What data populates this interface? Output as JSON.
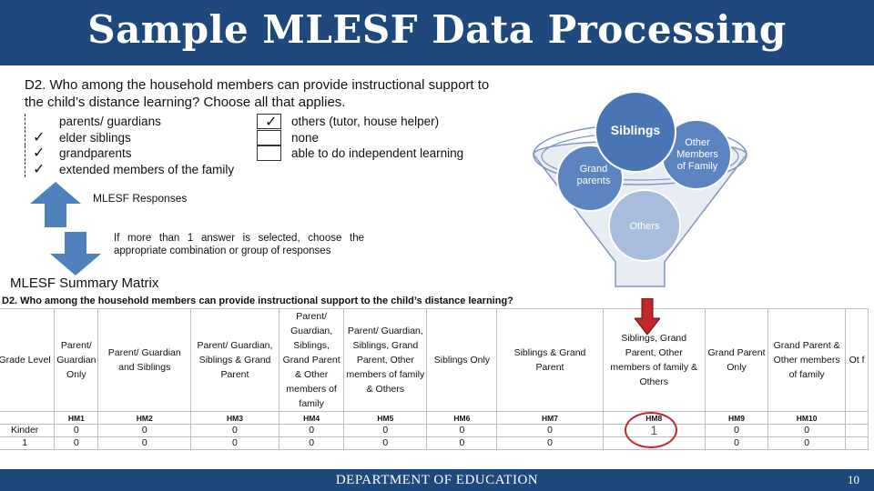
{
  "slide": {
    "title": "Sample MLESF Data Processing",
    "footer": "DEPARTMENT OF EDUCATION",
    "page_number": "10",
    "colors": {
      "bar": "#1f497d",
      "arrow": "#4f81bd",
      "bubble": "#4f81bd",
      "highlight": "#c0282b"
    }
  },
  "question": {
    "text": "D2. Who among the household members can provide instructional support to the child’s distance learning? Choose all that applies.",
    "options_left": [
      {
        "label": "parents/ guardians",
        "checked": false
      },
      {
        "label": "elder siblings",
        "checked": true
      },
      {
        "label": "grandparents",
        "checked": true
      },
      {
        "label": "extended members of the family",
        "checked": true
      }
    ],
    "options_right": [
      {
        "label": "others (tutor, house helper)",
        "checked": true
      },
      {
        "label": "none",
        "checked": false
      },
      {
        "label": "able to do independent learning",
        "checked": false
      }
    ]
  },
  "labels": {
    "responses": "MLESF Responses",
    "instruction": "If more than 1 answer is selected, choose the appropriate combination or group of responses",
    "summary_title": "MLESF Summary Matrix"
  },
  "funnel": {
    "bubbles": [
      "Siblings",
      "Other Members of Family",
      "Grand parents",
      "Others"
    ]
  },
  "matrix": {
    "question": "D2. Who among the household members can provide instructional support to the child’s distance learning?",
    "columns": [
      "Grade Level",
      "Parent/ Guardian Only",
      "Parent/ Guardian and Siblings",
      "Parent/ Guardian, Siblings & Grand Parent",
      "Parent/ Guardian, Siblings, Grand Parent & Other members of family",
      "Parent/ Guardian, Siblings, Grand Parent, Other members of family & Others",
      "Siblings Only",
      "Siblings & Grand Parent",
      "Siblings, Grand Parent, Other members of family & Others",
      "Grand Parent Only",
      "Grand Parent & Other members of family",
      "Ot f"
    ],
    "codes": [
      "",
      "HM1",
      "HM2",
      "HM3",
      "HM4",
      "HM5",
      "HM6",
      "HM7",
      "HM8",
      "HM9",
      "HM10",
      ""
    ],
    "rows": [
      [
        "Kinder",
        "0",
        "0",
        "0",
        "0",
        "0",
        "0",
        "0",
        "1",
        "0",
        "0",
        ""
      ],
      [
        "1",
        "0",
        "0",
        "0",
        "0",
        "0",
        "0",
        "0",
        "",
        "0",
        "0",
        ""
      ]
    ]
  }
}
